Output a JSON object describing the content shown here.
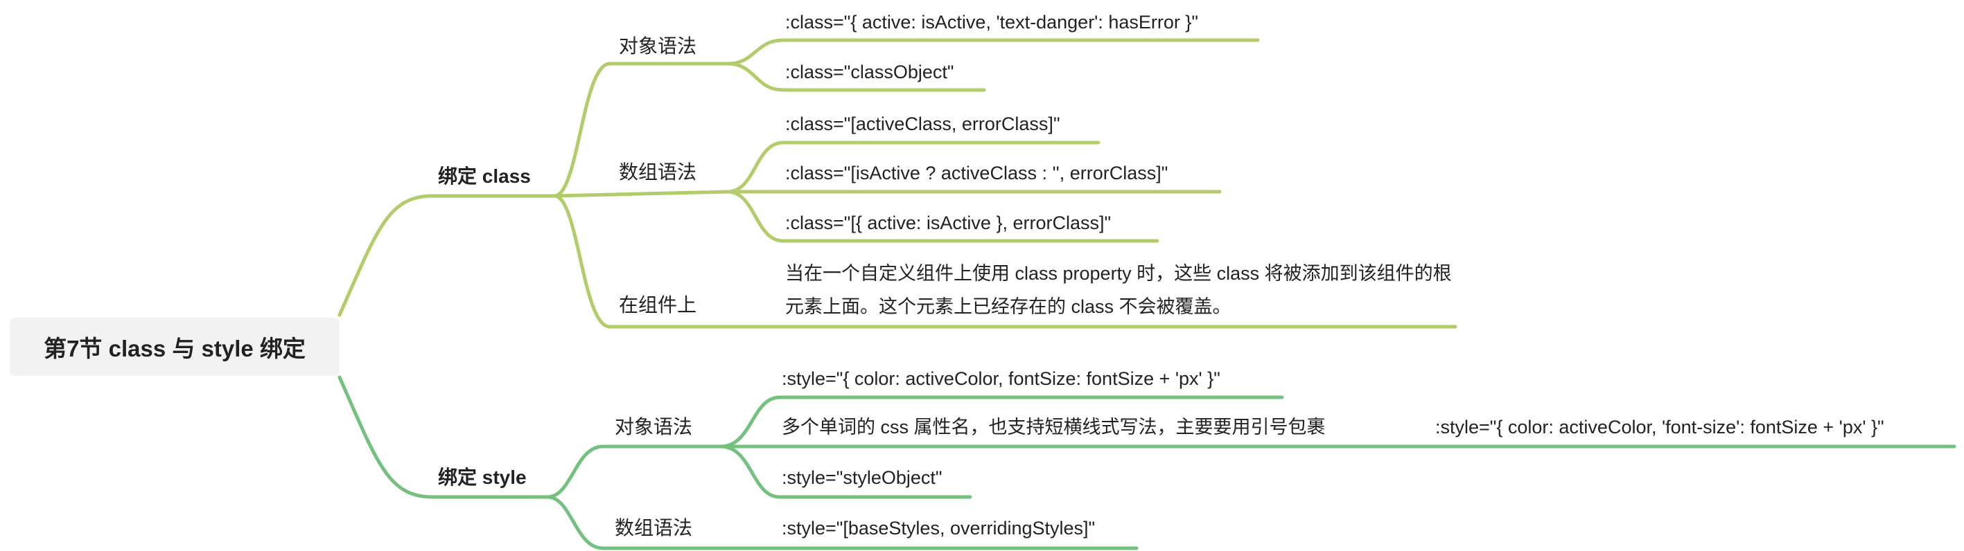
{
  "root": {
    "label": "第7节 class 与 style 绑定"
  },
  "colors": {
    "class_branch": "#b3cc6a",
    "style_branch": "#73c07f",
    "text": "#222222",
    "root_bg": "#f2f2f2"
  },
  "class_branch": {
    "label": "绑定 class",
    "object_syntax": {
      "label": "对象语法",
      "items": [
        ":class=\"{ active: isActive, 'text-danger': hasError }\"",
        ":class=\"classObject\""
      ]
    },
    "array_syntax": {
      "label": "数组语法",
      "items": [
        ":class=\"[activeClass, errorClass]\"",
        ":class=\"[isActive ? activeClass : '', errorClass]\"",
        ":class=\"[{ active: isActive }, errorClass]\""
      ]
    },
    "on_component": {
      "label": "在组件上",
      "text": "当在一个自定义组件上使用 class property 时，这些 class 将被添加到该组件的根元素上面。这个元素上已经存在的 class 不会被覆盖。"
    }
  },
  "style_branch": {
    "label": "绑定 style",
    "object_syntax": {
      "label": "对象语法",
      "items": [
        ":style=\"{ color: activeColor, fontSize: fontSize + 'px' }\"",
        "多个单词的 css 属性名，也支持短横线式写法，主要要用引号包裹",
        ":style=\"styleObject\""
      ],
      "kebab_example": ":style=\"{ color: activeColor, 'font-size': fontSize + 'px' }\""
    },
    "array_syntax": {
      "label": "数组语法",
      "items": [
        ":style=\"[baseStyles, overridingStyles]\""
      ]
    }
  }
}
